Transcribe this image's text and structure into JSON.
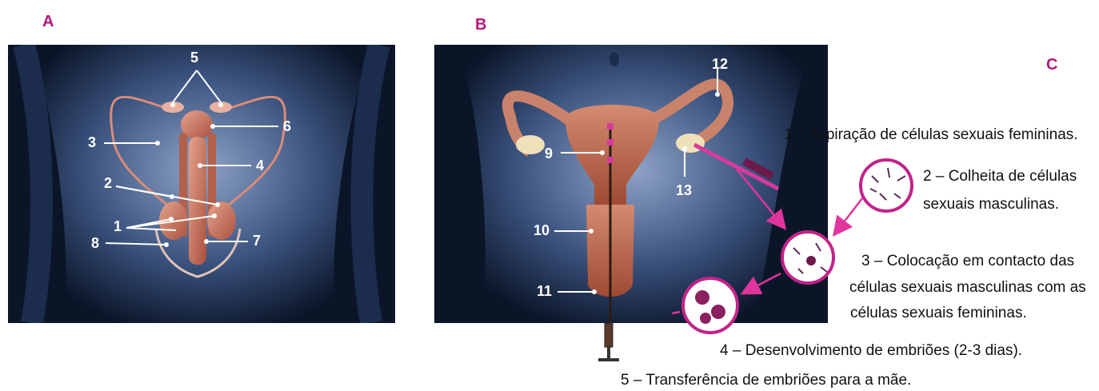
{
  "panels": {
    "a_letter": "A",
    "b_letter": "B",
    "c_letter": "C"
  },
  "male_labels": {
    "n1": "1",
    "n2": "2",
    "n3": "3",
    "n4": "4",
    "n5": "5",
    "n6": "6",
    "n7": "7",
    "n8": "8"
  },
  "female_labels": {
    "n9": "9",
    "n10": "10",
    "n11": "11",
    "n12": "12",
    "n13": "13"
  },
  "steps": {
    "s1": "1 – Aspiração de células sexuais femininas.",
    "s2a": "2 – Colheita de células",
    "s2b": "sexuais masculinas.",
    "s3a": "3 – Colocação em contacto das",
    "s3b": "células sexuais masculinas com as",
    "s3c": "células sexuais femininas.",
    "s4": "4 – Desenvolvimento de embriões (2-3 dias).",
    "s5": "5 – Transferência de embriões para a mãe."
  },
  "colors": {
    "accent": "#b0177a",
    "arrow": "#e0359c",
    "body_dark": "#0d1a30",
    "body_light": "#7d92b8",
    "organ": "#c8735a"
  }
}
